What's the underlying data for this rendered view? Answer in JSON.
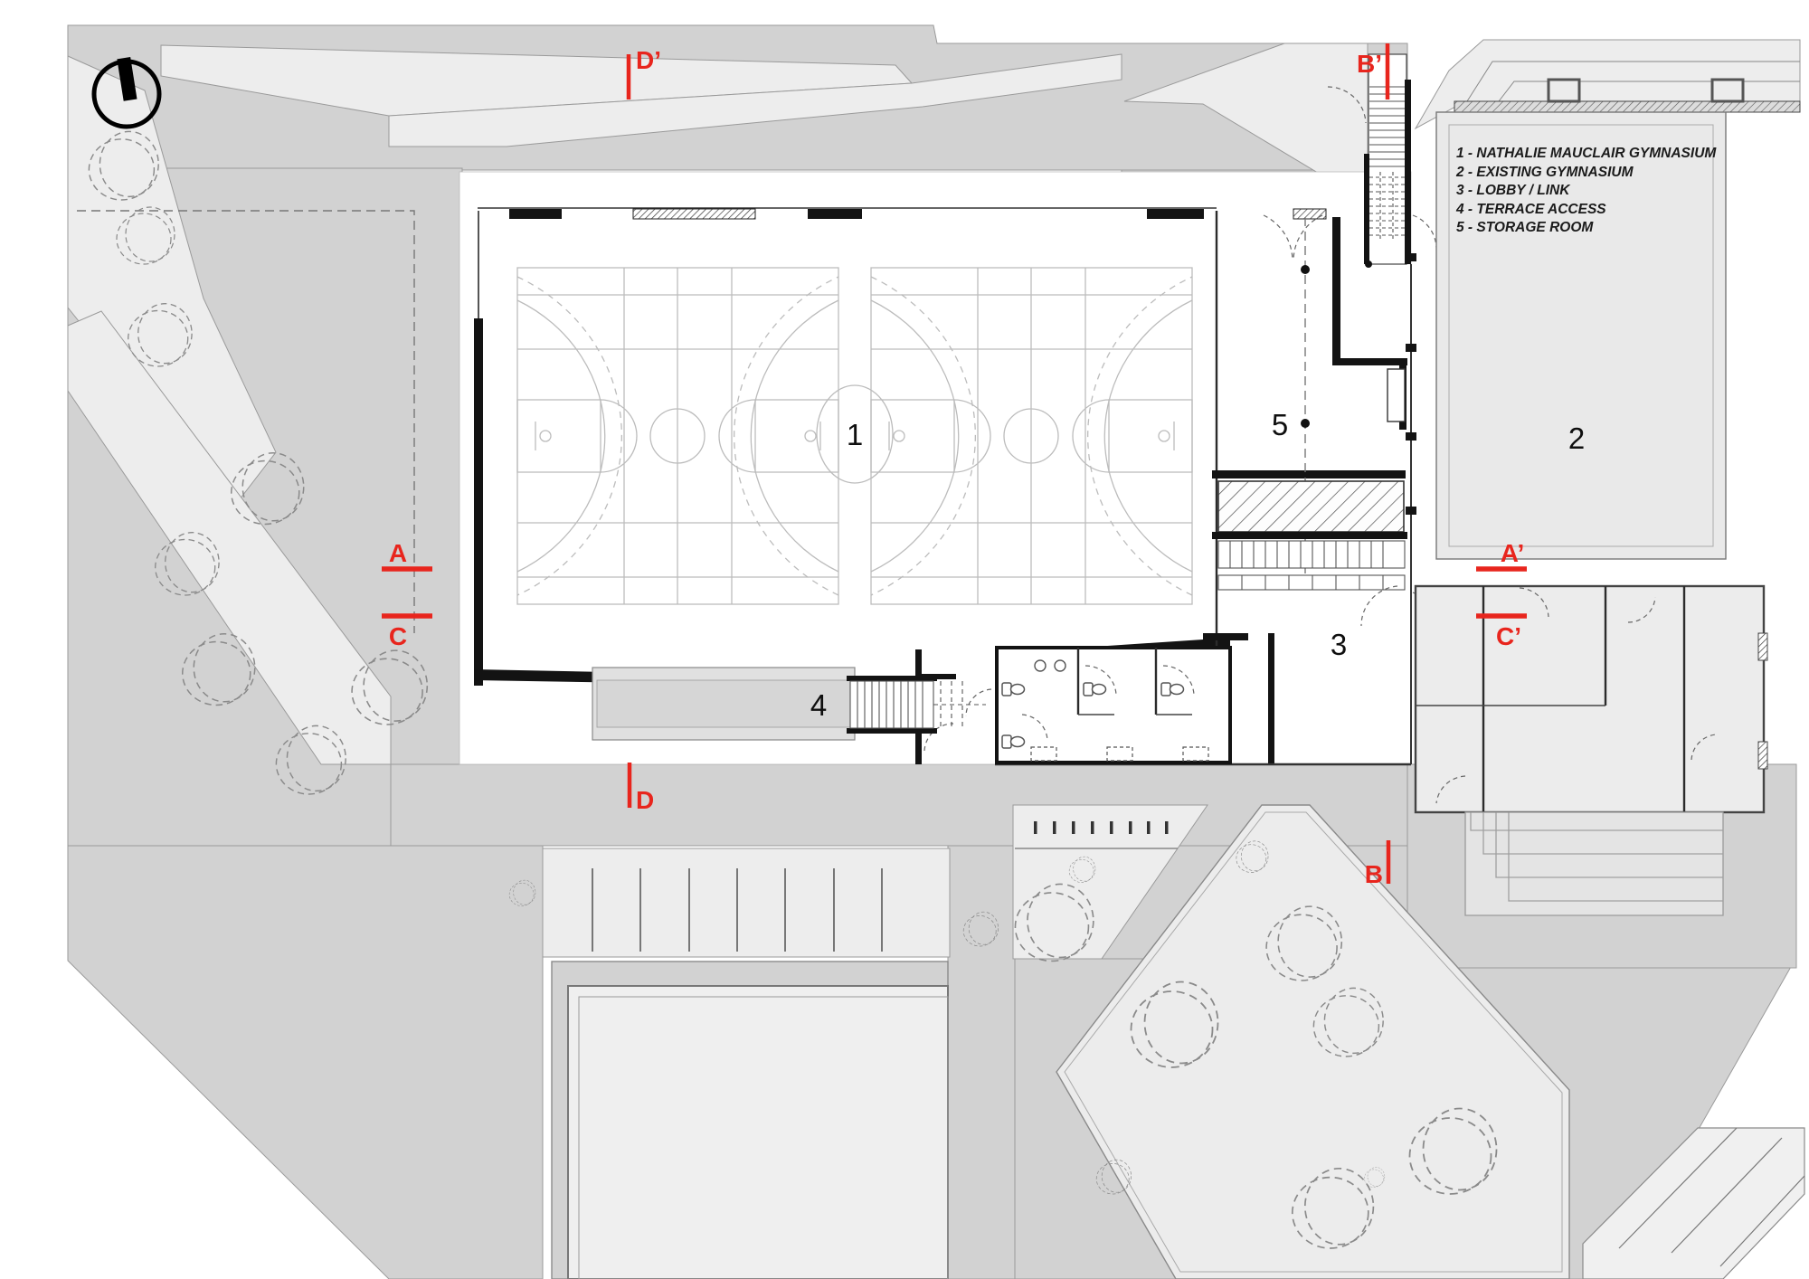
{
  "legend": {
    "items": [
      "1 - NATHALIE MAUCLAIR GYMNASIUM",
      "2 - EXISTING GYMNASIUM",
      "3 - LOBBY / LINK",
      "4 - TERRACE ACCESS",
      "5 - STORAGE ROOM"
    ]
  },
  "room_labels": {
    "gym1": "1",
    "gym2": "2",
    "lobby": "3",
    "terrace": "4",
    "storage": "5"
  },
  "section_markers": {
    "d_prime": "D’",
    "b_prime": "B’",
    "a": "A",
    "c": "C",
    "a_prime": "A’",
    "c_prime": "C’",
    "d": "D",
    "b": "B"
  },
  "colors": {
    "section_red": "#e8251d",
    "ground_gray": "#d2d2d2",
    "plaza_gray": "#ededed",
    "wall_black": "#131313",
    "court_line": "#bcbcbc"
  }
}
